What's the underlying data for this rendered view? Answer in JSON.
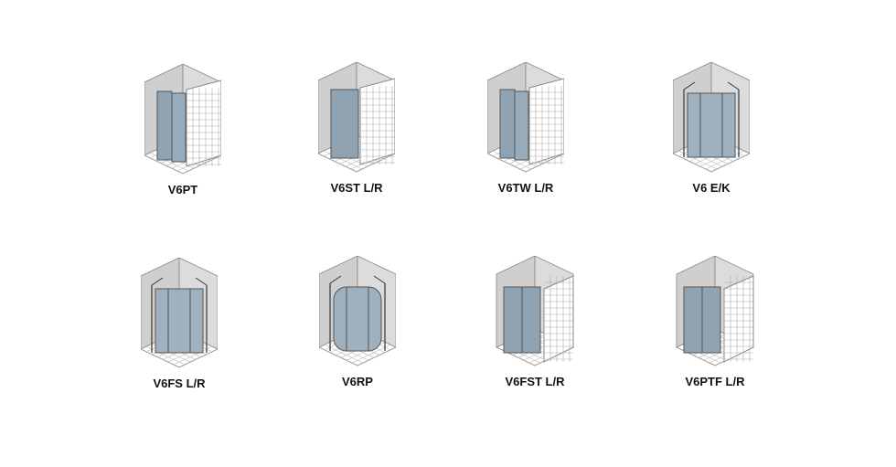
{
  "items": [
    {
      "label": "V6PT",
      "icon": "shower-pivot-door-tiled-wall-icon",
      "kind": "tiled"
    },
    {
      "label": "V6ST L/R",
      "icon": "shower-single-door-tiled-wall-icon",
      "kind": "tiled-single"
    },
    {
      "label": "V6TW L/R",
      "icon": "shower-double-door-tiled-wall-icon",
      "kind": "tiled"
    },
    {
      "label": "V6 E/K",
      "icon": "shower-corner-entry-icon",
      "kind": "corner"
    },
    {
      "label": "V6FS L/R",
      "icon": "shower-pentagon-icon",
      "kind": "pentagon"
    },
    {
      "label": "V6RP",
      "icon": "shower-quadrant-icon",
      "kind": "quadrant"
    },
    {
      "label": "V6FST L/R",
      "icon": "shower-wide-door-tiled-wall-icon",
      "kind": "wide-tiled"
    },
    {
      "label": "V6PTF L/R",
      "icon": "shower-pivot-fixed-tiled-wall-icon",
      "kind": "wide-tiled"
    }
  ]
}
